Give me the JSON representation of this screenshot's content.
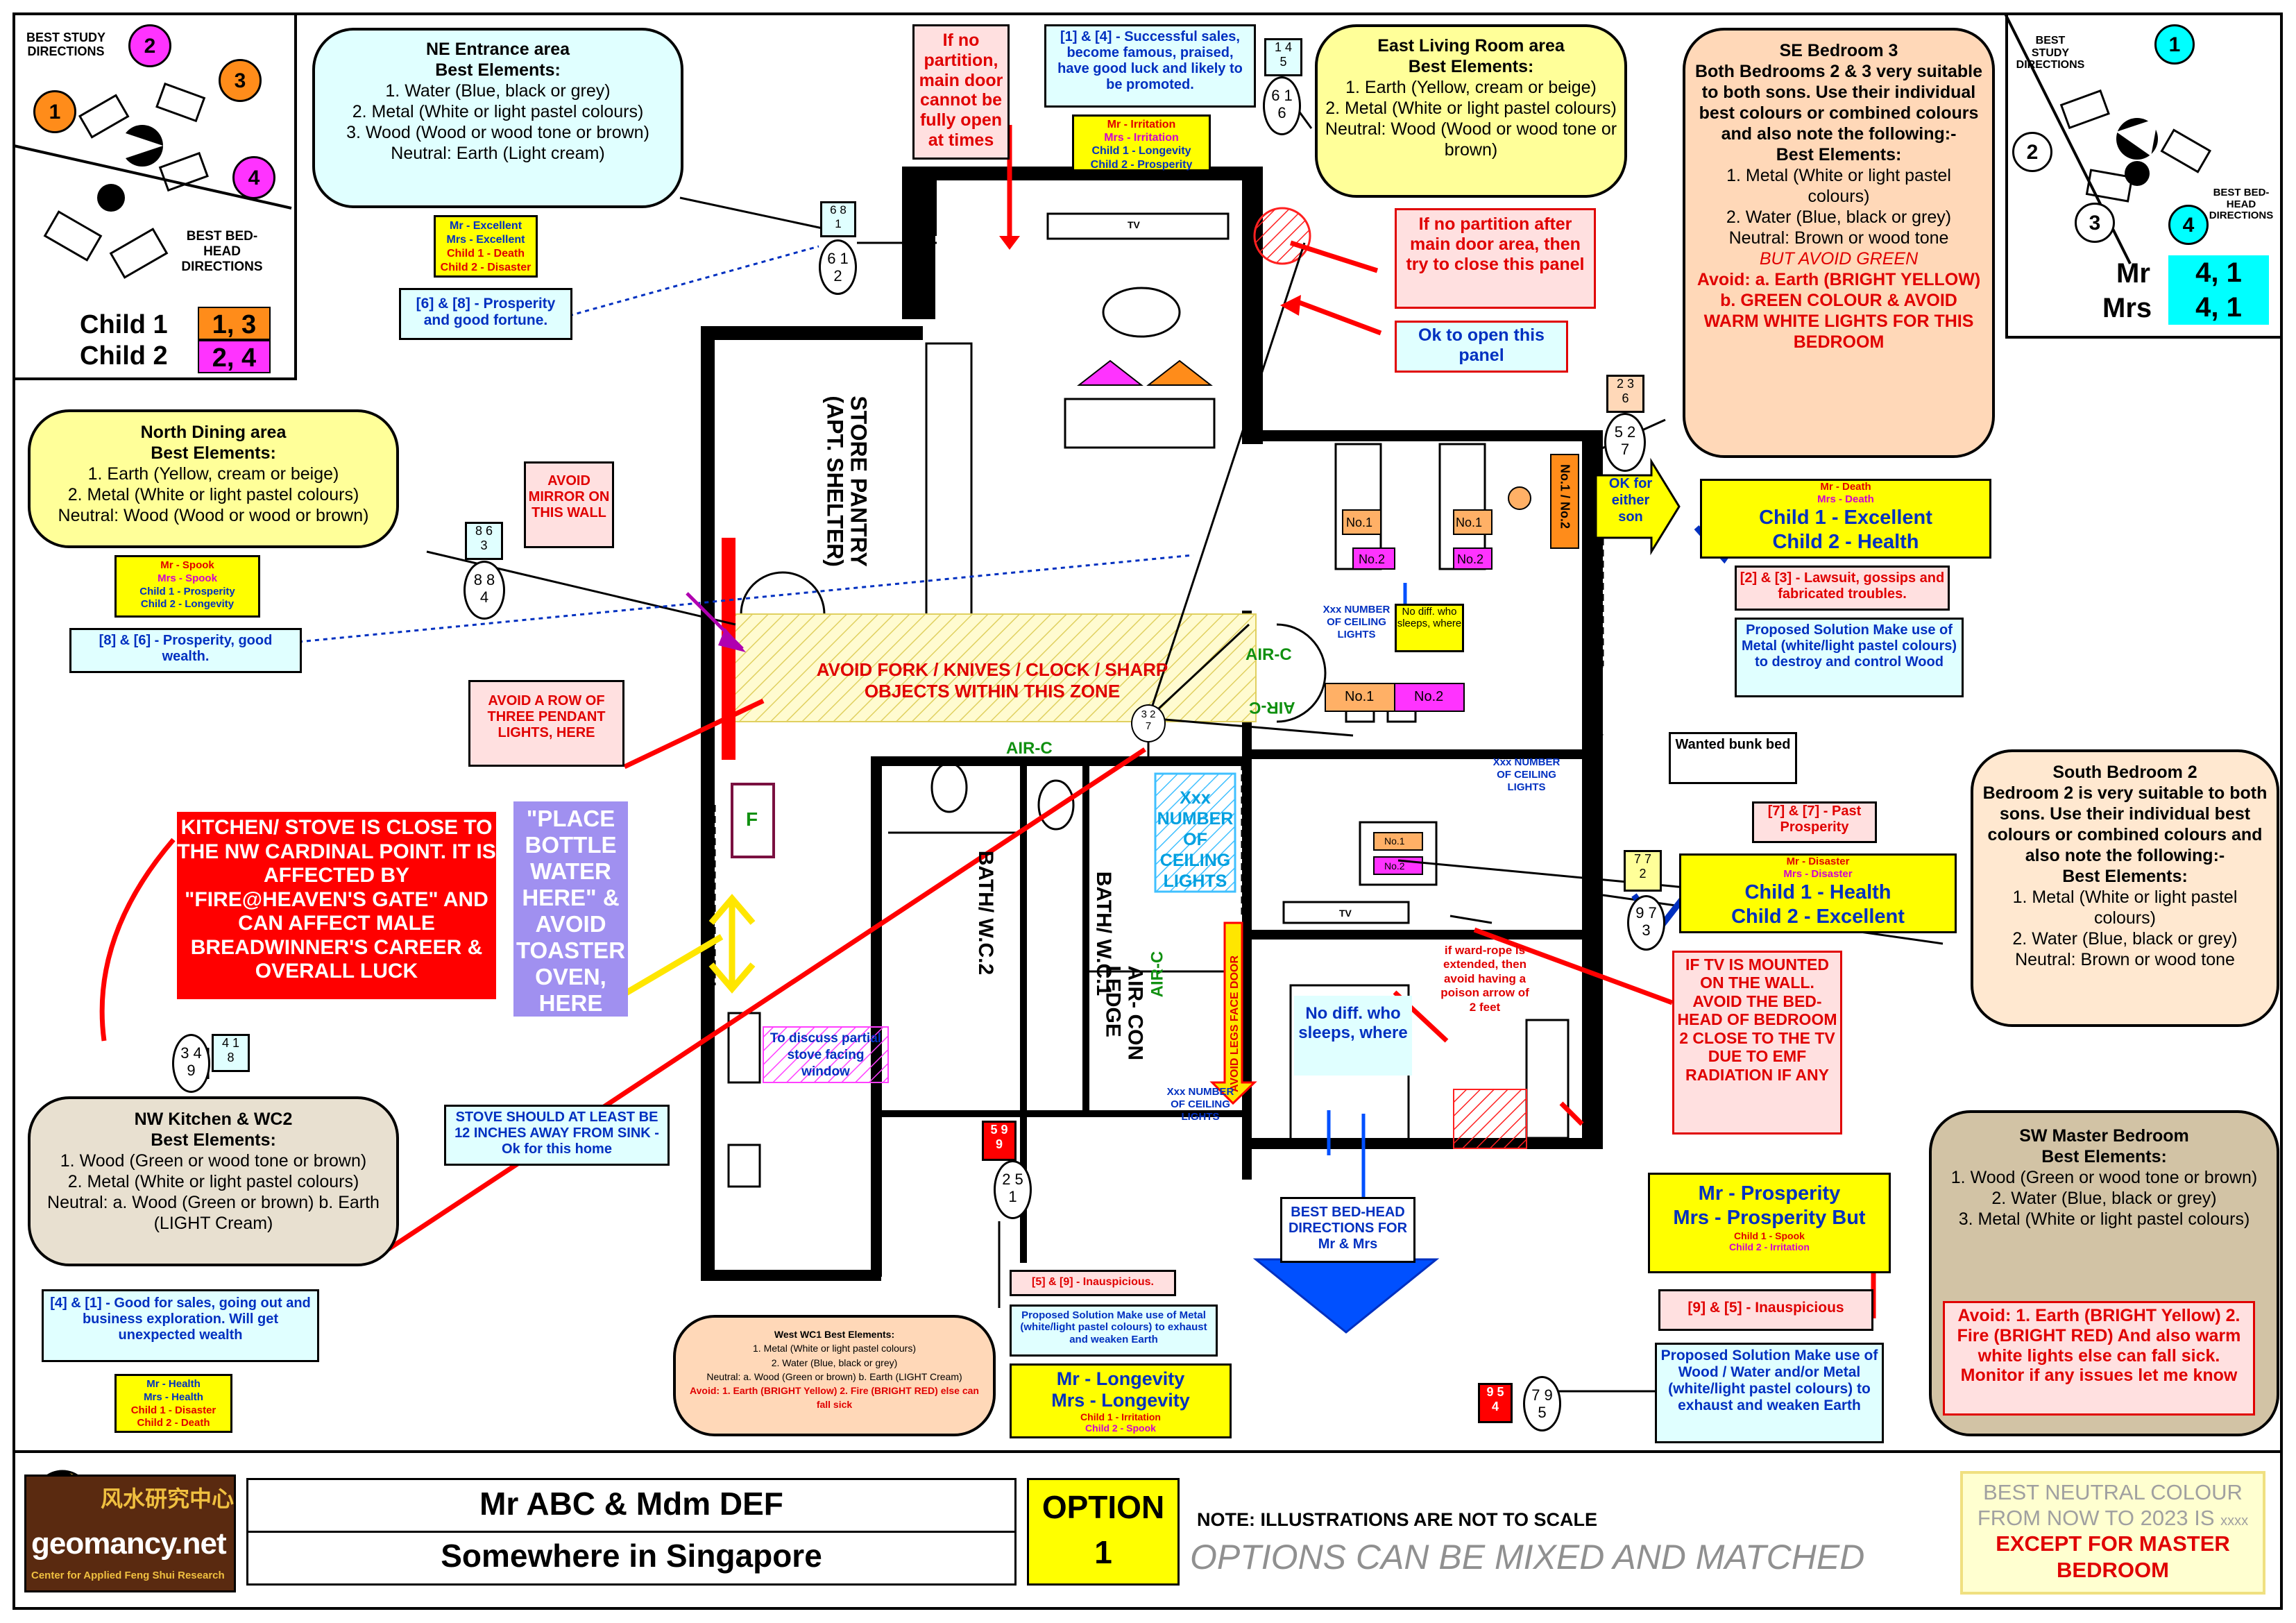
{
  "study_directions": {
    "left_title": "BEST STUDY DIRECTIONS",
    "left_bed_title": "BEST BED-HEAD DIRECTIONS",
    "left_numbers": [
      "1",
      "2",
      "3",
      "4"
    ],
    "child1_label": "Child 1",
    "child1_value": "1, 3",
    "child2_label": "Child 2",
    "child2_value": "2, 4",
    "right_title": "BEST STUDY DIRECTIONS",
    "right_bed_title": "BEST BED-HEAD DIRECTIONS",
    "right_numbers": [
      "1",
      "2",
      "3",
      "4"
    ],
    "mr_label": "Mr",
    "mr_value": "4, 1",
    "mrs_label": "Mrs",
    "mrs_value": "4, 1",
    "colors": {
      "orange": "#ff8c1a",
      "magenta": "#ff00ff",
      "cyan": "#00ffff"
    }
  },
  "ne_entrance": {
    "lines": [
      "NE Entrance area",
      "Best Elements:",
      "1. Water (Blue, black or grey)",
      "2. Metal (White or light pastel colours)",
      "3. Wood (Wood or wood tone or brown)",
      "Neutral: Earth (Light cream)"
    ],
    "rating": [
      "Mr - Excellent",
      "Mrs - Excellent",
      "Child 1 - Death",
      "Child 2 - Disaster"
    ],
    "note": "[6] & [8] - Prosperity and good fortune.",
    "star_top": "6 8\n1",
    "star_bottom": "6 1\n2"
  },
  "partition_note": "If no partition, main door cannot be fully open at times",
  "top_note": "[1] & [4] - Successful sales, become famous, praised, have good luck and likely to be promoted.",
  "top_rating": [
    "Mr - Irritation",
    "Mrs - Irritation",
    "Child 1 - Longevity",
    "Child 2 - Prosperity"
  ],
  "east_living": {
    "lines": [
      "East Living Room area",
      "Best Elements:",
      "1. Earth (Yellow, cream or beige)",
      "2. Metal (White or light pastel colours)",
      "Neutral: Wood (Wood or wood tone or brown)"
    ],
    "star_top": "1 4\n5",
    "star_bottom": "6 1\n6"
  },
  "close_panel_note": "If no partition after main door area, then try to close this panel",
  "open_panel_note": "Ok to open this panel",
  "se_bedroom": {
    "lines": [
      "SE Bedroom 3",
      "Both Bedrooms 2 & 3 very suitable to both sons. Use their individual best colours or combined colours and also note the following:-",
      "Best Elements:",
      "1. Metal (White or light pastel colours)",
      "2. Water (Blue, black or grey)",
      "Neutral: Brown or wood tone"
    ],
    "avoid_green": "BUT AVOID GREEN",
    "avoid": "Avoid: a. Earth (BRIGHT YELLOW) b. GREEN COLOUR & AVOID WARM WHITE LIGHTS FOR THIS BEDROOM",
    "star_top": "2 3\n6",
    "star_bottom": "5 2\n7",
    "ok_note": "OK for either son",
    "rating_top": [
      "Mr - Death",
      "Mrs - Death"
    ],
    "rating_main": [
      "Child 1 - Excellent",
      "Child 2 - Health"
    ],
    "lawsuit": "[2] & [3] - Lawsuit, gossips and fabricated troubles.",
    "solution": "Proposed Solution Make use of Metal (white/light pastel colours) to destroy and control Wood"
  },
  "north_dining": {
    "lines": [
      "North Dining area",
      "Best Elements:",
      "1. Earth (Yellow, cream or beige)",
      "2. Metal (White or light pastel colours)",
      "Neutral: Wood (Wood or wood or brown)"
    ],
    "rating": [
      "Mr - Spook",
      "Mrs - Spook",
      "Child 1 - Prosperity",
      "Child 2 - Longevity"
    ],
    "note": "[8] & [6] - Prosperity, good wealth.",
    "star_top": "8 6\n3",
    "star_bottom": "8 8\n4"
  },
  "mirror_note": "AVOID MIRROR ON THIS WALL",
  "pendant_note": "AVOID A ROW OF THREE PENDANT LIGHTS, HERE",
  "sharp_zone": "AVOID FORK / KNIVES / CLOCK / SHARP OBJECTS WITHIN THIS ZONE",
  "kitchen_warning": "KITCHEN/ STOVE IS CLOSE TO THE NW CARDINAL POINT. IT IS AFFECTED BY \"FIRE@HEAVEN'S GATE\" AND CAN AFFECT MALE BREADWINNER'S CAREER & OVERALL LUCK",
  "bottle_note": "\"PLACE BOTTLE WATER HERE\" & AVOID TOASTER OVEN, HERE",
  "nw_kitchen": {
    "lines": [
      "NW Kitchen & WC2",
      "Best Elements:",
      "1. Wood (Green or wood tone or brown)",
      "2. Metal (White or light pastel colours)",
      "Neutral: a. Wood (Green or brown) b. Earth (LIGHT Cream)"
    ],
    "note": "[4] & [1] - Good for sales, going out and business exploration. Will get unexpected wealth",
    "rating": [
      "Mr - Health",
      "Mrs - Health",
      "Child 1 - Disaster",
      "Child 2 - Death"
    ],
    "star_a": "3 4\n9",
    "star_b": "4 1\n8"
  },
  "stove_note": "STOVE SHOULD AT LEAST BE 12 INCHES AWAY FROM SINK - Ok  for this home",
  "discuss_note": "To discuss partial stove facing window",
  "plan_labels": {
    "tv": "TV",
    "store": "STORE PANTRY (APT. SHELTER)",
    "bath1": "BATH/ W.C.1",
    "bath2": "BATH/ W.C.2",
    "aircon_ledge": "AIR- CON LEDGE",
    "legs_door": "AVOID LEGS FACE DOOR",
    "airc": "AIR-C",
    "fridge": "F",
    "no1": "No.1",
    "no2": "No.2",
    "no1no2": "No.1 / No.2",
    "no_diff_small": "No diff. who sleeps, where",
    "ceiling": "Xxx NUMBER OF CEILING LIGHTS",
    "ceiling_big": "Xxx NUMBER OF CEILING LIGHTS",
    "no_diff_master": "No diff. who sleeps, where",
    "wardrobe": "if ward-rope is extended, then avoid having a poison arrow of 2 feet",
    "bunk": "Wanted bunk bed",
    "center_star": "3 2\n7"
  },
  "south_bedroom": {
    "lines": [
      "South Bedroom 2",
      "Bedroom 2  is very suitable to both sons. Use their individual best colours or combined colours and also note the following:-",
      "Best Elements:",
      "1. Metal (White or light pastel colours)",
      "2. Water (Blue, black or grey)",
      "Neutral: Brown or wood tone"
    ],
    "past": "[7] & [7] - Past Prosperity",
    "rating_top": [
      "Mr - Disaster",
      "Mrs - Disaster"
    ],
    "rating_main": [
      "Child 1 - Health",
      "Child 2 - Excellent"
    ],
    "star_top": "7 7\n2",
    "star_bottom": "9 7\n3"
  },
  "tv_warning": "IF TV IS MOUNTED ON THE WALL. AVOID THE BED-HEAD OF BEDROOM 2 CLOSE TO THE TV DUE TO EMF RADIATION IF ANY",
  "master_bedhead": "BEST BED-HEAD DIRECTIONS FOR Mr & Mrs",
  "sw_master": {
    "lines": [
      "SW  Master Bedroom",
      "Best Elements:",
      "1. Wood (Green or wood tone or brown)",
      "2. Water (Blue, black or grey)",
      "3. Metal (White or light pastel colours)"
    ],
    "avoid": "Avoid: 1. Earth (BRIGHT Yellow) 2. Fire (BRIGHT RED) And also warm white lights else can fall sick. Monitor if any issues let me know",
    "rating_main": [
      "Mr - Prosperity",
      "Mrs - Prosperity But"
    ],
    "rating_small": [
      "Child 1 - Spook",
      "Child 2 - Irritation"
    ],
    "inauspicious": "[9] & [5] - Inauspicious",
    "solution": "Proposed Solution Make use of Wood / Water and/or Metal (white/light pastel colours) to exhaust and weaken Earth",
    "star_a": "9 5\n4",
    "star_b": "7 9\n5"
  },
  "west_wc1": {
    "title": "West WC1 Best Elements:",
    "lines": [
      "1. Metal (White or light pastel colours)",
      "2. Water (Blue, black or grey)",
      "Neutral: a. Wood (Green or brown) b. Earth (LIGHT Cream)"
    ],
    "avoid": "Avoid: 1. Earth (BRIGHT Yellow) 2. Fire (BRIGHT RED) else can fall sick",
    "inauspicious": "[5] & [9] - Inauspicious.",
    "solution": "Proposed Solution Make use of Metal (white/light pastel colours) to exhaust and weaken Earth",
    "rating_main": [
      "Mr - Longevity",
      "Mrs - Longevity"
    ],
    "rating_small": [
      "Child 1 - Irritation",
      "Child 2 - Spook"
    ],
    "star_a": "5 9\n9",
    "star_b": "2 5\n1"
  },
  "footer": {
    "logo_cn": "风水研究中心",
    "logo_brand": "geomancy.net",
    "logo_sub": "Center for Applied Feng Shui Research",
    "client": "Mr ABC & Mdm DEF",
    "location": "Somewhere in Singapore",
    "option_label": "OPTION",
    "option_value": "1",
    "note": "NOTE: ILLUSTRATIONS ARE NOT TO SCALE",
    "mix": "OPTIONS CAN BE MIXED AND MATCHED",
    "neutral_1": "BEST NEUTRAL COLOUR FROM NOW TO 2023 IS",
    "neutral_x": "xxxx",
    "neutral_2": "EXCEPT FOR MASTER BEDROOM"
  }
}
